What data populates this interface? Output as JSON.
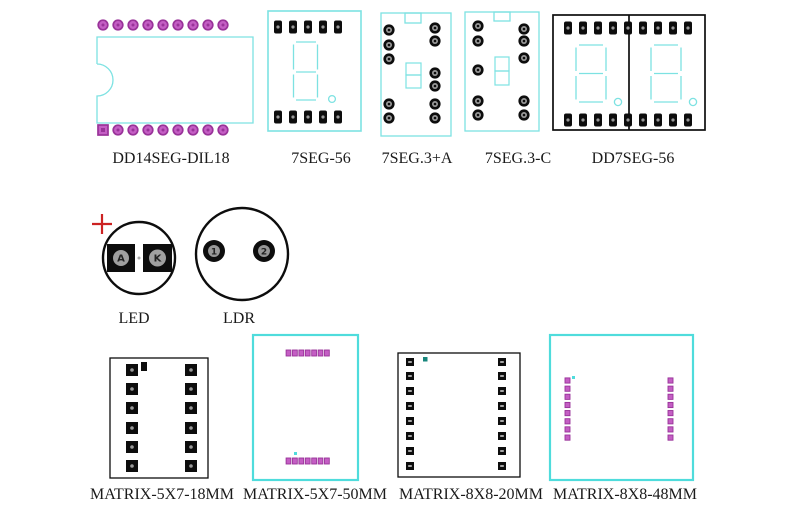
{
  "figure": {
    "background": "#ffffff",
    "colors": {
      "outline_cyan": "#7de2e2",
      "outline_cyan_bold": "#4fdcdc",
      "pad_magenta_fill": "#c45ec4",
      "pad_magenta_ring": "#993399",
      "pad_black": "#0d0d0d",
      "pad_inner_gray": "#9a9a9a",
      "marker_red": "#cc2222",
      "marker_teal": "#17867c",
      "text_black": "#1a1a1a"
    },
    "components": [
      {
        "name": "DD14SEG-DIL18",
        "pads": 18
      },
      {
        "name": "7SEG-56",
        "pads": 10
      },
      {
        "name": "7SEG.3+A",
        "pads": 11
      },
      {
        "name": "7SEG.3-C",
        "pads": 10
      },
      {
        "name": "DD7SEG-56",
        "pads": 18
      },
      {
        "name": "LED",
        "pads": 2,
        "pad_labels": [
          "A",
          "K"
        ],
        "polarity_mark": "+"
      },
      {
        "name": "LDR",
        "pads": 2,
        "pad_labels": [
          "1",
          "2"
        ]
      },
      {
        "name": "MATRIX-5X7-18MM",
        "pads": 12
      },
      {
        "name": "MATRIX-5X7-50MM",
        "pads": 14
      },
      {
        "name": "MATRIX-8X8-20MM",
        "pads": 16
      },
      {
        "name": "MATRIX-8X8-48MM",
        "pads": 16
      }
    ]
  }
}
